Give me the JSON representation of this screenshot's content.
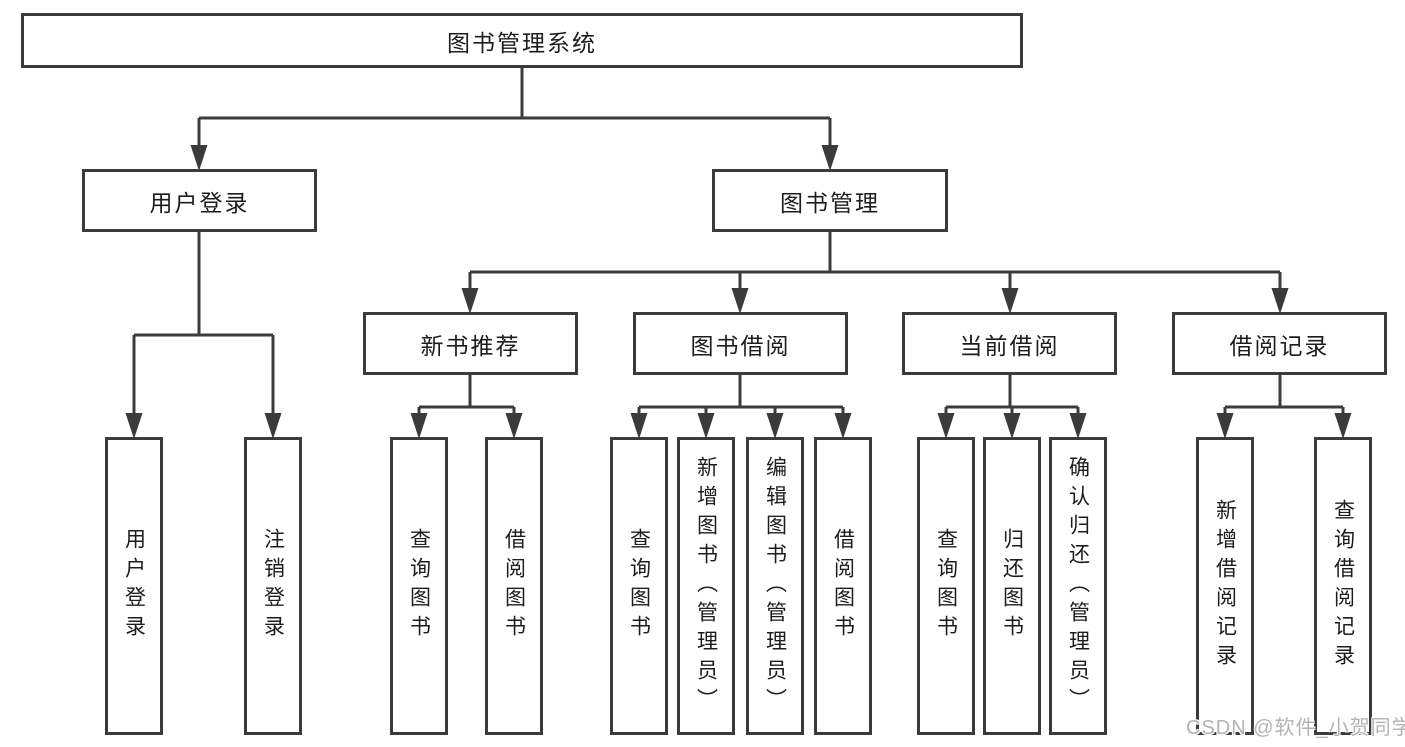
{
  "tree": {
    "root": "图书管理系统",
    "branches": [
      {
        "label": "用户登录",
        "leaves": [
          "用户登录",
          "注销登录"
        ]
      },
      {
        "label": "图书管理",
        "groups": [
          {
            "label": "新书推荐",
            "leaves": [
              "查询图书",
              "借阅图书"
            ]
          },
          {
            "label": "图书借阅",
            "leaves": [
              "查询图书",
              "新增图书（管理员）",
              "编辑图书（管理员）",
              "借阅图书"
            ]
          },
          {
            "label": "当前借阅",
            "leaves": [
              "查询图书",
              "归还图书",
              "确认归还（管理员）"
            ]
          },
          {
            "label": "借阅记录",
            "leaves": [
              "新增借阅记录",
              "查询借阅记录"
            ]
          }
        ]
      }
    ]
  },
  "watermark": "CSDN @软件_小贺同学",
  "colors": {
    "line": "#3b3b3b",
    "text": "#1d1d1d",
    "watermark_gray": "#b3b3b3",
    "background": "#ffffff"
  }
}
